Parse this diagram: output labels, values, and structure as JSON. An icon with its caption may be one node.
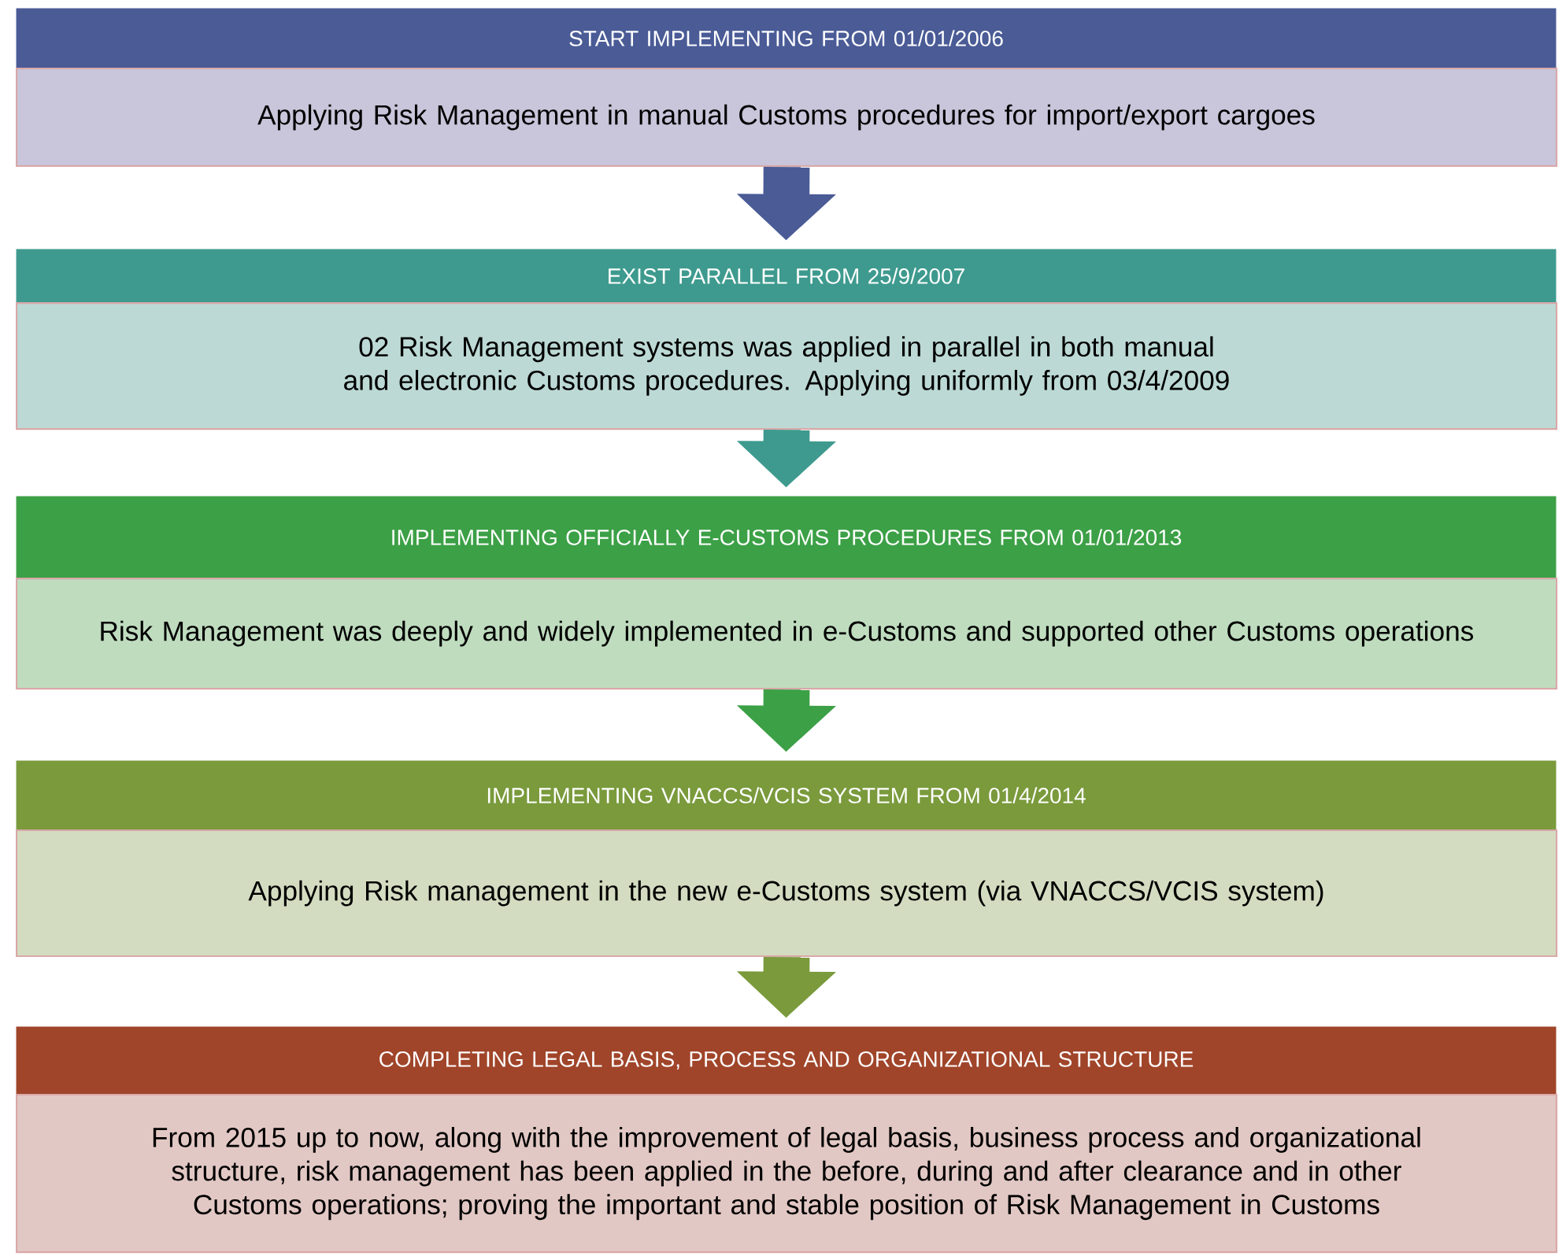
{
  "diagram": {
    "nodes": [
      {
        "text": [
          "START IMPLEMENTING FROM 01/01/2006"
        ]
      },
      {
        "text": [
          "Applying Risk Management in manual Customs procedures for import/export cargoes"
        ]
      },
      {
        "text": [
          "EXIST PARALLEL FROM 25/9/2007"
        ]
      },
      {
        "text": [
          "02 Risk Management systems was applied in parallel in both manual and electronic Customs procedures. Applying uniformly from 03/4/2009"
        ]
      },
      {
        "text": [
          "IMPLEMENTING OFFICIALLY E-CUSTOMS PROCEDURES FROM 01/01/2013"
        ]
      },
      {
        "text": [
          "Risk Management was deeply and widely implemented in e-Customs and supported other Customs operations"
        ]
      },
      {
        "text": [
          "IMPLEMENTING VNACCS/VCIS SYSTEM FROM 01/4/2014"
        ]
      },
      {
        "text": [
          "Applying Risk management in the new e-Customs system (via VNACCS/VCIS system)"
        ]
      },
      {
        "text": [
          "COMPLETING LEGAL BASIS, PROCESS AND ORGANIZATIONAL STRUCTURE"
        ]
      },
      {
        "text": [
          "From 2015 up to now, along with the improvement of legal basis, business process and organizational structure, risk management has been applied in the before, during and after clearance and in other Customs operations;  proving the important and stable position of Risk Management in Customs"
        ]
      }
    ],
    "edges": [
      {
        "from": 1,
        "to": 2,
        "arrow": "to",
        "color": "#4a5b96"
      },
      {
        "from": 3,
        "to": 4,
        "arrow": "to",
        "color": "#3e9a8e"
      },
      {
        "from": 5,
        "to": 6,
        "arrow": "to",
        "color": "#3ca046"
      },
      {
        "from": 7,
        "to": 8,
        "arrow": "to",
        "color": "#7a9a3c"
      }
    ]
  }
}
